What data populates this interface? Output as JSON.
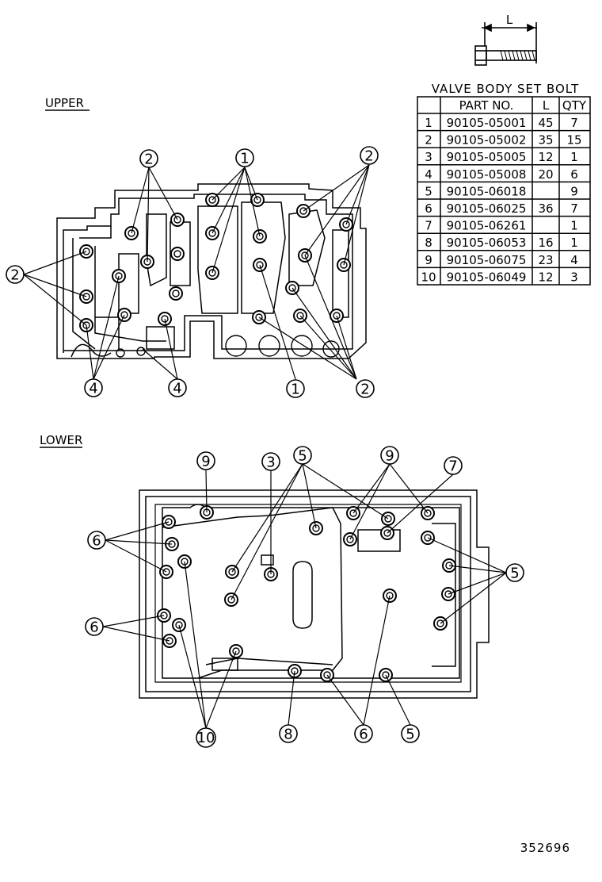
{
  "bolt_dimension_label": "L",
  "table": {
    "title": "VALVE BODY SET BOLT",
    "headers": [
      "",
      "PART NO.",
      "L",
      "QTY"
    ],
    "rows": [
      [
        "1",
        "90105-05001",
        "45",
        "7"
      ],
      [
        "2",
        "90105-05002",
        "35",
        "15"
      ],
      [
        "3",
        "90105-05005",
        "12",
        "1"
      ],
      [
        "4",
        "90105-05008",
        "20",
        "6"
      ],
      [
        "5",
        "90105-06018",
        "",
        "9"
      ],
      [
        "6",
        "90105-06025",
        "36",
        "7"
      ],
      [
        "7",
        "90105-06261",
        "",
        "1"
      ],
      [
        "8",
        "90105-06053",
        "16",
        "1"
      ],
      [
        "9",
        "90105-06075",
        "23",
        "4"
      ],
      [
        "10",
        "90105-06049",
        "12",
        "3"
      ]
    ]
  },
  "upper": {
    "section_label": "UPPER",
    "callouts": [
      "2",
      "1",
      "2",
      "2",
      "4",
      "4",
      "1",
      "2"
    ]
  },
  "lower": {
    "section_label": "LOWER",
    "callouts": [
      "9",
      "3",
      "5",
      "9",
      "7",
      "6",
      "5",
      "6",
      "10",
      "8",
      "6",
      "5"
    ]
  },
  "diagram_number": "352696"
}
